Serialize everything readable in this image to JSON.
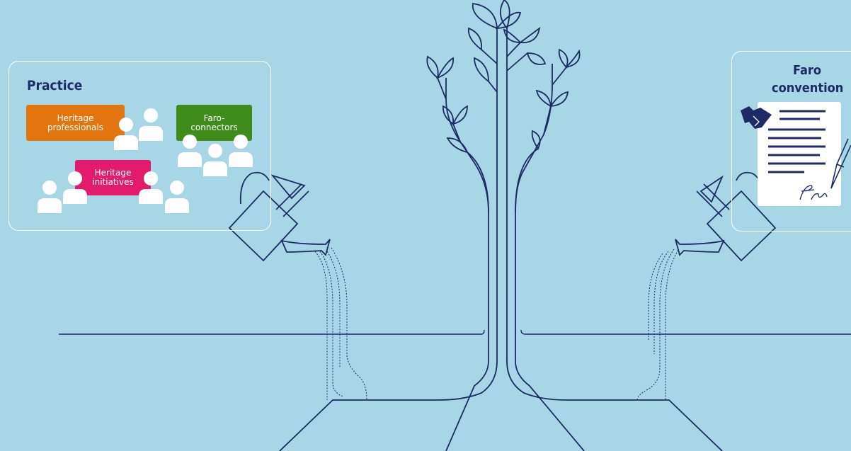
{
  "practice": {
    "title": "Practice",
    "groups": [
      {
        "label_line1": "Heritage",
        "label_line2": "professionals",
        "color": "#e2750e"
      },
      {
        "label_line1": "Faro-",
        "label_line2": "connectors",
        "color": "#3f8c1b"
      },
      {
        "label_line1": "Heritage",
        "label_line2": "initiatives",
        "color": "#e31b6d"
      }
    ]
  },
  "convention": {
    "title_line1": "Faro",
    "title_line2": "convention"
  },
  "colors": {
    "background": "#a7d7e7",
    "line": "#1c2a66",
    "panel_border": "#ffffff",
    "person": "#ffffff"
  },
  "icons": [
    "person-icon",
    "watering-can-icon",
    "handshake-icon",
    "document-icon",
    "pen-icon",
    "signature-icon",
    "tree-icon",
    "leaf-icon"
  ]
}
